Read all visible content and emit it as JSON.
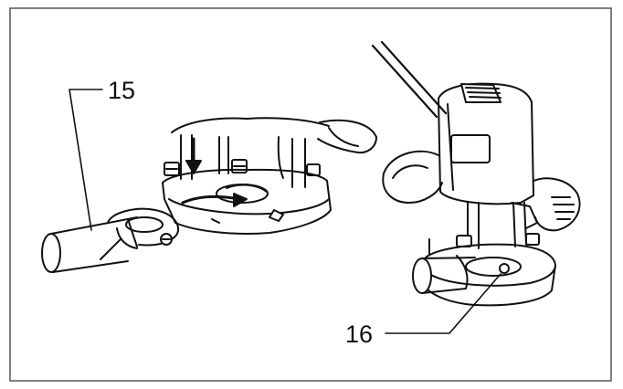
{
  "figure": {
    "callouts": [
      {
        "id": "callout-15",
        "label": "15"
      },
      {
        "id": "callout-16",
        "label": "16"
      }
    ],
    "colors": {
      "ink": "#111111",
      "frame": "#555555",
      "paper": "#ffffff"
    }
  }
}
